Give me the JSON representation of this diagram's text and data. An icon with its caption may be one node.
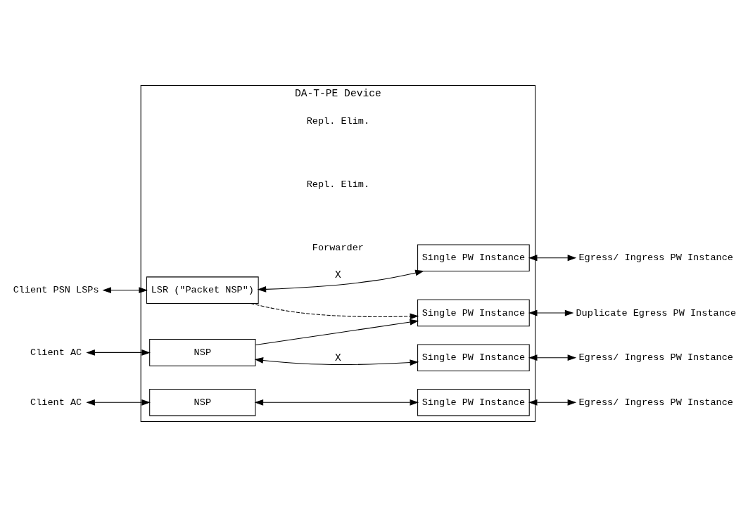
{
  "diagram": {
    "nodes": [
      {
        "text": [
          "DA-T-PE Device"
        ]
      },
      {
        "text": [
          "LSR (\"Packet NSP\")"
        ],
        "in": 0
      },
      {
        "text": [
          "Single PW Instance"
        ],
        "in": 0
      },
      {
        "text": [
          "Single PW Instance"
        ],
        "in": 0
      },
      {
        "text": [
          "NSP"
        ],
        "in": 0
      },
      {
        "text": [
          "Single PW Instance"
        ],
        "in": 0
      },
      {
        "text": [
          "NSP"
        ],
        "in": 0
      },
      {
        "text": [
          "Single PW Instance"
        ],
        "in": 0
      },
      {
        "text": [
          "Client PSN LSPs"
        ]
      },
      {
        "text": [
          "Egress/ Ingress PW Instance"
        ]
      },
      {
        "text": [
          "Duplicate Egress PW Instance"
        ]
      },
      {
        "text": [
          "Client AC"
        ]
      },
      {
        "text": [
          "Egress/ Ingress PW Instance"
        ]
      },
      {
        "text": [
          "Client AC"
        ]
      },
      {
        "text": [
          "Egress/ Ingress PW Instance"
        ]
      }
    ],
    "edges": [
      {
        "from": 8,
        "to": 1,
        "arrow": "both"
      },
      {
        "from": 1,
        "to": 2,
        "arrow": "both",
        "label": "X"
      },
      {
        "from": 1,
        "to": 3,
        "arrow": "to",
        "style": "dashed"
      },
      {
        "from": 4,
        "to": 3,
        "arrow": "to"
      },
      {
        "from": 2,
        "to": 9,
        "arrow": "both"
      },
      {
        "from": 3,
        "to": 10,
        "arrow": "both"
      },
      {
        "from": 11,
        "to": 4,
        "arrow": "both"
      },
      {
        "from": 4,
        "to": 5,
        "arrow": "both",
        "label": "X"
      },
      {
        "from": 5,
        "to": 12,
        "arrow": "both"
      },
      {
        "from": 13,
        "to": 6,
        "arrow": "both"
      },
      {
        "from": 6,
        "to": 7,
        "arrow": "both"
      },
      {
        "from": 7,
        "to": 14,
        "arrow": "both"
      }
    ],
    "labels": [
      "Forwarder",
      "Repl. Elim.",
      "Repl. Elim."
    ]
  }
}
